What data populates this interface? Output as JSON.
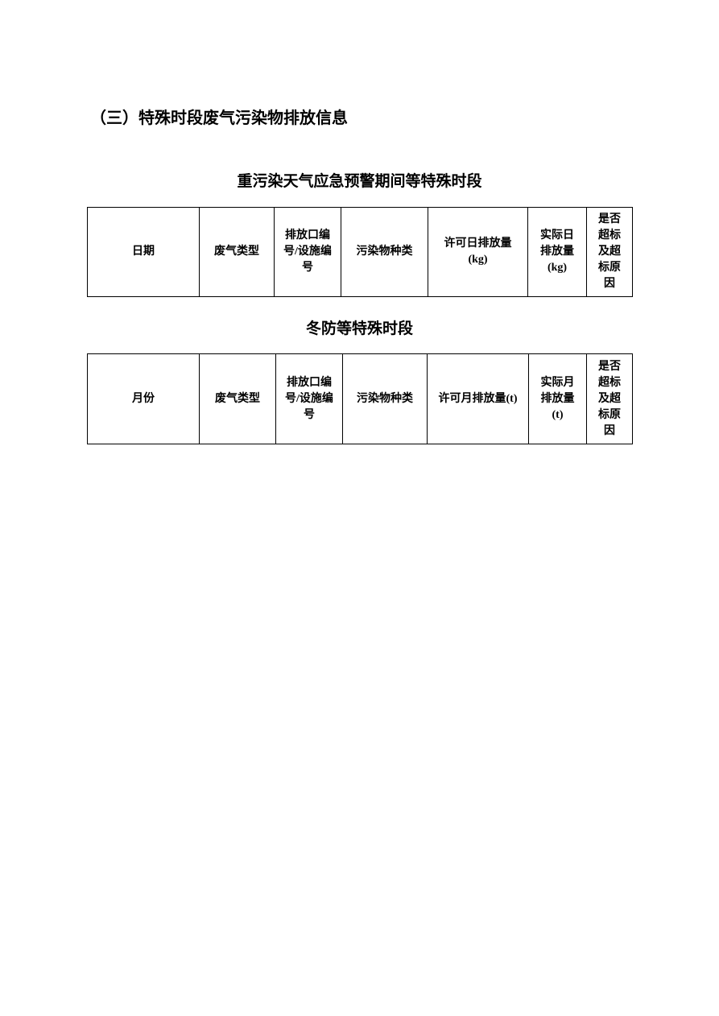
{
  "section_title": "（三）特殊时段废气污染物排放信息",
  "table1": {
    "caption": "重污染天气应急预警期间等特殊时段",
    "headers": [
      "日期",
      "废气类型",
      "排放口编号/设施编号",
      "污染物种类",
      "许可日排放量(kg)",
      "实际日排放量(kg)",
      "是否超标及超标原因"
    ]
  },
  "table2": {
    "caption": "冬防等特殊时段",
    "headers": [
      "月份",
      "废气类型",
      "排放口编号/设施编号",
      "污染物种类",
      "许可月排放量(t)",
      "实际月排放量(t)",
      "是否超标及超标原因"
    ]
  }
}
